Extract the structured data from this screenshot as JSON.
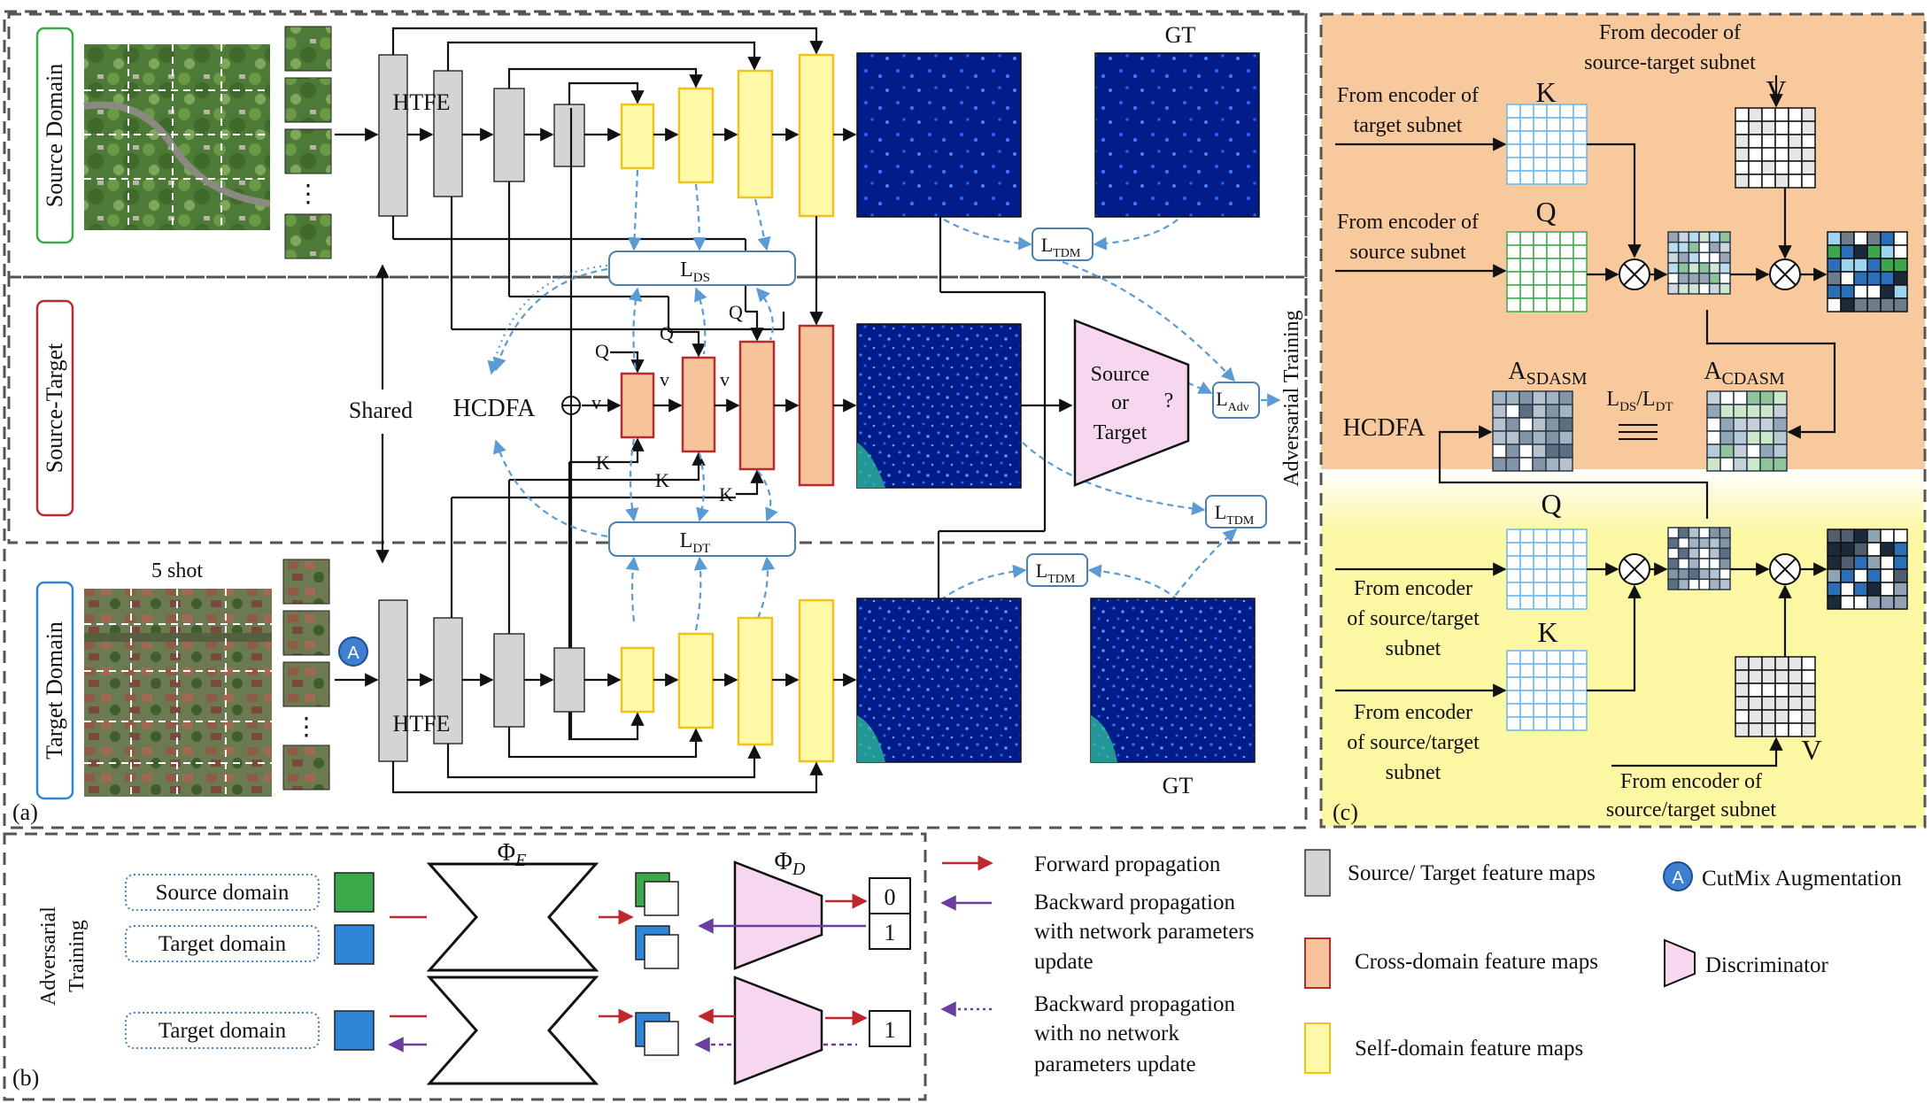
{
  "panel_a": {
    "label": "(a)",
    "rows": {
      "source": "Source Domain",
      "source_target": "Source-Target",
      "target": "Target Domain"
    },
    "five_shot": "5 shot",
    "htfe": "HTFE",
    "gt": "GT",
    "shared": "Shared",
    "hcdfa": "HCDFA",
    "loss_ds_main": "L",
    "loss_ds_sub": "DS",
    "loss_dt_main": "L",
    "loss_dt_sub": "DT",
    "loss_tdm_main": "L",
    "loss_tdm_sub": "TDM",
    "loss_adv_main": "L",
    "loss_adv_sub": "Adv",
    "q": "Q",
    "k": "K",
    "v": "v",
    "disc_line1": "Source",
    "disc_line2": "or",
    "disc_line3": "Target",
    "disc_q": "?",
    "adversarial_training": "Adversarial Training",
    "ellipsis": "⋮",
    "cutmix_badge": "A"
  },
  "panel_b": {
    "label": "(b)",
    "side_title_line1": "Adversarial",
    "side_title_line2": "Training",
    "source_domain": "Source domain",
    "target_domain_1": "Target domain",
    "target_domain_2": "Target domain",
    "phi_e": "Φ",
    "phi_e_sub": "E",
    "phi_d": "Φ",
    "phi_d_sub": "D",
    "out_0": "0",
    "out_1a": "1",
    "out_1b": "1"
  },
  "legend": {
    "forward": "Forward propagation",
    "backward_update_1": "Backward propagation",
    "backward_update_2": "with network parameters",
    "backward_update_3": "update",
    "backward_noupdate_1": "Backward propagation",
    "backward_noupdate_2": "with no network",
    "backward_noupdate_3": "parameters update",
    "source_target_maps": "Source/ Target feature maps",
    "cross_domain_maps": "Cross-domain feature maps",
    "self_domain_maps": "Self-domain feature maps",
    "cutmix": "CutMix Augmentation",
    "discriminator": "Discriminator",
    "cutmix_badge": "A"
  },
  "panel_c": {
    "label": "(c)",
    "from_decoder_line1": "From decoder of",
    "from_decoder_line2": "source-target subnet",
    "from_enc_target_line1": "From encoder of",
    "from_enc_target_line2": "target subnet",
    "from_enc_source_line1": "From encoder of",
    "from_enc_source_line2": "source subnet",
    "k": "K",
    "q": "Q",
    "v": "V",
    "a_sdasm_main": "A",
    "a_sdasm_sub": "SDASM",
    "a_cdasm_main": "A",
    "a_cdasm_sub": "CDASM",
    "lds_main": "L",
    "lds_sub": "DS",
    "slash": "/",
    "ldt_main": "L",
    "ldt_sub": "DT",
    "hcdfa": "HCDFA",
    "from_enc_st_a_line1": "From encoder",
    "from_enc_st_a_line2": "of source/target",
    "from_enc_st_a_line3": "subnet",
    "from_enc_st_b_line1": "From encoder",
    "from_enc_st_b_line2": "of source/target",
    "from_enc_st_b_line3": "subnet",
    "from_enc_st_c_line1": "From encoder of",
    "from_enc_st_c_line2": "source/target subnet"
  },
  "colors": {
    "gray_map": "#d4d4d4",
    "yellow_map": "#fffaa8",
    "yellow_border": "#f2c21c",
    "orange_map": "#f6c39a",
    "orange_border": "#b72c2c",
    "disc_fill": "#f7d7ef",
    "blue_dash": "#5b9bd5",
    "orange_bg": "#f9c99e",
    "yellow_bg": "#fcf7a3",
    "density_bg": "#021d8a",
    "green_square": "#3aaa4a",
    "blue_square": "#2f86d6",
    "forward_arrow": "#c0272d",
    "backward_arrow": "#6b3fa0"
  }
}
